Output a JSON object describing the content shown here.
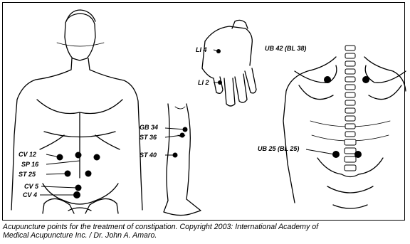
{
  "figure": {
    "title": "",
    "points": {
      "li4": "LI 4",
      "li2": "LI 2",
      "ub42": "UB 42 (BL 38)",
      "gb34": "GB 34",
      "st36": "ST 36",
      "st40": "ST 40",
      "ub25": "UB 25 (BL 25)",
      "cv12": "CV 12",
      "sp16": "SP 16",
      "st25": "ST 25",
      "cv5": "CV 5",
      "cv4": "CV 4"
    },
    "colors": {
      "line": "#000000",
      "point": "#000000",
      "background": "#ffffff"
    }
  },
  "caption": {
    "line1": "Acupuncture points for the treatment of constipation. Copyright 2003: International Academy of",
    "line2": "Medical Acupuncture Inc. / Dr. John A. Amaro."
  }
}
